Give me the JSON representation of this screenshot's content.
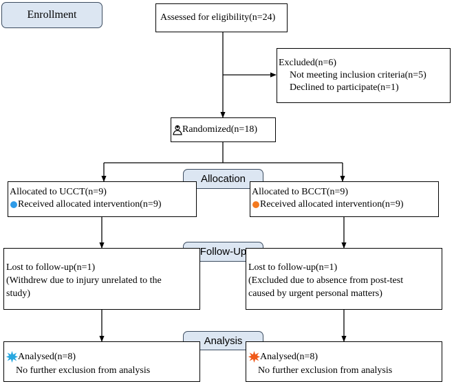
{
  "enrollment": {
    "label": "Enrollment"
  },
  "assessed": {
    "text": "Assessed for eligibility(n=24)"
  },
  "excluded": {
    "title": "Excluded(n=6)",
    "reasons": [
      "Not meeting inclusion criteria(n=5)",
      "Declined to participate(n=1)"
    ]
  },
  "randomized": {
    "text": "Randomized(n=18)"
  },
  "allocation": {
    "label": "Allocation"
  },
  "follow_up": {
    "label": "Follow-Up"
  },
  "analysis": {
    "label": "Analysis"
  },
  "arms": [
    {
      "allocated": "Allocated to UCCT(n=9)",
      "received": "Received allocated intervention(n=9)",
      "lost": "Lost to follow-up(n=1)",
      "lost_reason": [
        "(Withdrew due to injury unrelated to the",
        "study)"
      ],
      "analysed": "Analysed(n=8)",
      "no_exclusion": "No further exclusion from analysis",
      "dot_color": "#2e9be8",
      "star_color": "#29a8e0"
    },
    {
      "allocated": "Allocated to BCCT(n=9)",
      "received": "Received allocated intervention(n=9)",
      "lost": "Lost to follow-up(n=1)",
      "lost_reason": [
        "(Excluded due to absence from post-test",
        "caused by urgent personal matters)"
      ],
      "analysed": "Analysed(n=8)",
      "no_exclusion": "No further exclusion from analysis",
      "dot_color": "#f47a20",
      "star_color": "#f05a1a"
    }
  ]
}
